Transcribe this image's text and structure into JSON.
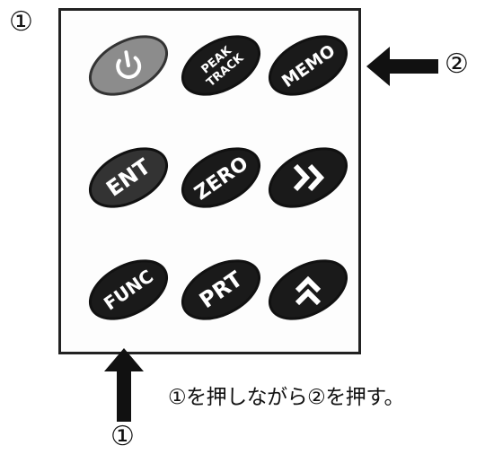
{
  "markers": {
    "top_left": "①",
    "right": "②",
    "bottom": "①"
  },
  "caption": "①を押しながら②を押す。",
  "keys": [
    {
      "id": "power",
      "label": "",
      "icon": "power-icon",
      "color": "#8a8a8a"
    },
    {
      "id": "peak-track",
      "label_line1": "PEAK",
      "label_line2": "TRACK",
      "color": "#1a1a1a"
    },
    {
      "id": "memo",
      "label": "MEMO",
      "color": "#1a1a1a"
    },
    {
      "id": "ent",
      "label": "ENT",
      "color": "#3a3a3a"
    },
    {
      "id": "zero",
      "label": "ZERO",
      "color": "#1a1a1a"
    },
    {
      "id": "forward",
      "label": "",
      "icon": "double-chevron-right-icon",
      "color": "#1a1a1a"
    },
    {
      "id": "func",
      "label": "FUNC",
      "color": "#1a1a1a"
    },
    {
      "id": "prt",
      "label": "PRT",
      "color": "#1a1a1a"
    },
    {
      "id": "up",
      "label": "",
      "icon": "double-chevron-up-icon",
      "color": "#1a1a1a"
    }
  ]
}
